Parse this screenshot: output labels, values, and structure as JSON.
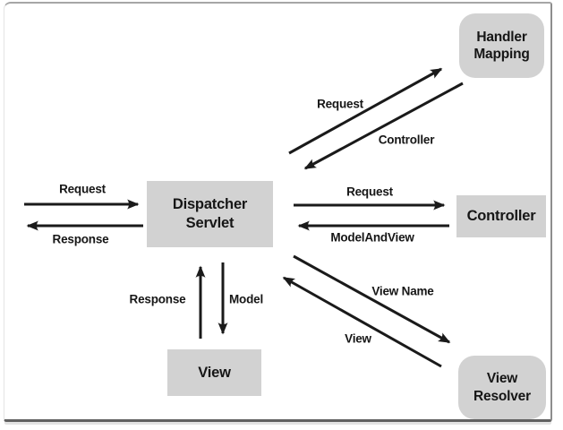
{
  "figure": {
    "background": "#ffffff",
    "node_fill": "#d2d2d2",
    "line_color": "#1a1a1a",
    "text_color": "#161616"
  },
  "nodes": {
    "handler_mapping": {
      "label": "Handler\nMapping"
    },
    "dispatcher_servlet": {
      "label": "Dispatcher\nServlet"
    },
    "controller": {
      "label": "Controller"
    },
    "view": {
      "label": "View"
    },
    "view_resolver": {
      "label": "View\nResolver"
    }
  },
  "flows": {
    "client_to_dispatcher": "Request",
    "dispatcher_to_client": "Response",
    "dispatcher_to_handler_mapping": "Request",
    "handler_mapping_to_dispatcher": "Controller",
    "dispatcher_to_controller": "Request",
    "controller_to_dispatcher": "ModelAndView",
    "dispatcher_to_view_resolver": "View Name",
    "view_resolver_to_dispatcher": "View",
    "view_to_dispatcher": "Response",
    "dispatcher_to_view": "Model"
  }
}
